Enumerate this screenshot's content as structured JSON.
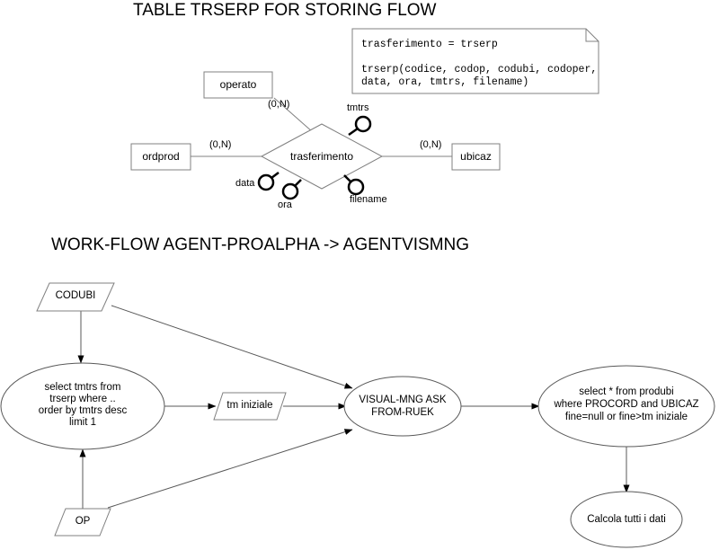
{
  "headings": {
    "er_title": "TABLE TRSERP FOR STORING FLOW",
    "workflow_title": "WORK-FLOW AGENT-PROALPHA -> AGENTVISMNG"
  },
  "note": {
    "line1": "trasferimento = trserp",
    "line2": "trserp(codice, codop, codubi, codoper,",
    "line3": "data, ora, tmtrs, filename)"
  },
  "er_diagram": {
    "entities": [
      {
        "id": "operato",
        "label": "operato"
      },
      {
        "id": "ordprod",
        "label": "ordprod"
      },
      {
        "id": "ubicaz",
        "label": "ubicaz"
      }
    ],
    "relationship": {
      "id": "trasferimento",
      "label": "trasferimento"
    },
    "attributes": [
      {
        "id": "tmtrs",
        "label": "tmtrs"
      },
      {
        "id": "data",
        "label": "data"
      },
      {
        "id": "ora",
        "label": "ora"
      },
      {
        "id": "filename",
        "label": "filename"
      }
    ],
    "cardinalities": [
      {
        "id": "operato-card",
        "label": "(0,N)"
      },
      {
        "id": "ordprod-card",
        "label": "(0,N)"
      },
      {
        "id": "ubicaz-card",
        "label": "(0,N)"
      }
    ]
  },
  "workflow": {
    "nodes": {
      "codubi": {
        "label": "CODUBI",
        "shape": "parallelogram"
      },
      "op": {
        "label": "OP",
        "shape": "parallelogram"
      },
      "tm_iniziale": {
        "label": "tm iniziale",
        "shape": "parallelogram"
      },
      "select_tmtrs": {
        "shape": "ellipse",
        "line1": "select tmtrs from",
        "line2": "trserp where ..",
        "line3": "order by tmtrs desc",
        "line4": "limit 1"
      },
      "visual_mng": {
        "shape": "ellipse",
        "line1": "VISUAL-MNG ASK",
        "line2": "FROM-RUEK"
      },
      "select_produbi": {
        "shape": "ellipse",
        "line1": "select * from produbi",
        "line2": "where PROCORD and UBICAZ",
        "line3": "fine=null or fine>tm iniziale"
      },
      "calcola": {
        "shape": "ellipse",
        "label": "Calcola tutti i dati"
      }
    }
  },
  "colors": {
    "stroke": "#808080",
    "text": "#000000",
    "background": "#ffffff",
    "arrow": "#595959",
    "attribute_stroke": "#000000"
  }
}
